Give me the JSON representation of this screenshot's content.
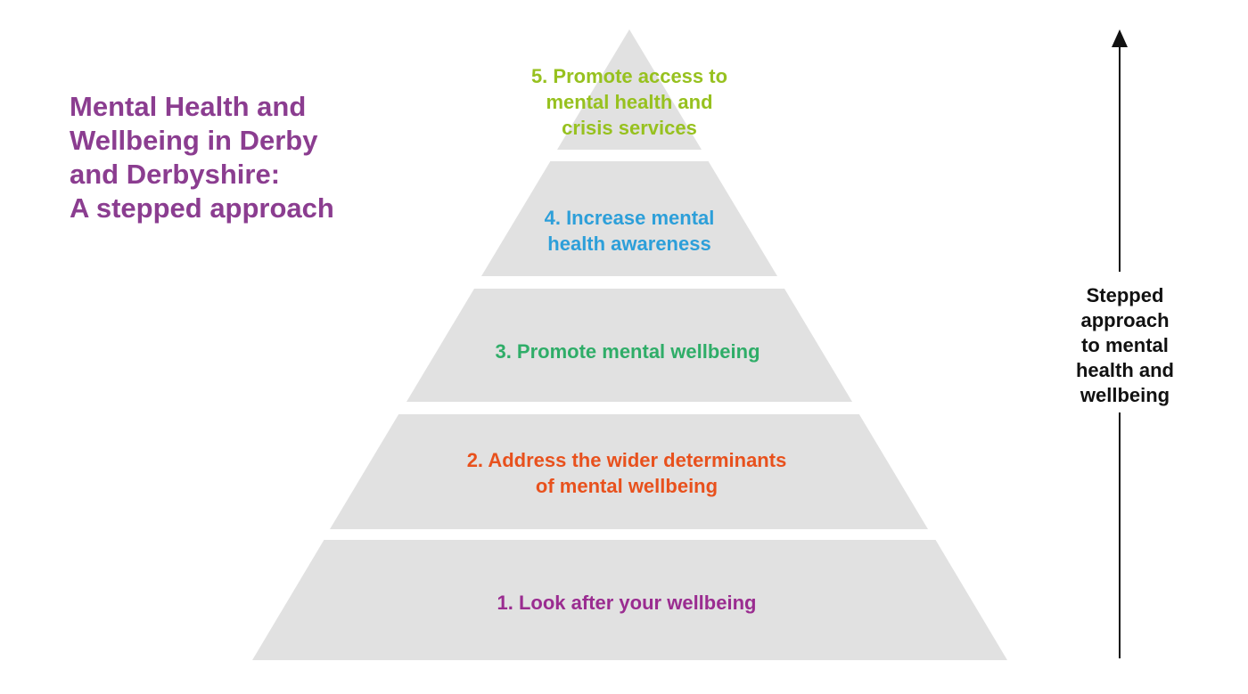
{
  "title": {
    "text": "Mental Health and\nWellbeing in Derby\nand Derbyshire:\nA stepped approach",
    "color": "#8b3d90"
  },
  "pyramid": {
    "tier_fill_color": "#e1e1e1",
    "tiers": [
      {
        "level": 5,
        "label": "5. Promote access to\nmental health and\ncrisis services",
        "text_color": "#97c11f"
      },
      {
        "level": 4,
        "label": "4. Increase mental\nhealth awareness",
        "text_color": "#2d9fd9"
      },
      {
        "level": 3,
        "label": "3. Promote mental wellbeing",
        "text_color": "#2fad68"
      },
      {
        "level": 2,
        "label": "2. Address the wider determinants\nof mental wellbeing",
        "text_color": "#e8511d"
      },
      {
        "level": 1,
        "label": "1.  Look after your wellbeing",
        "text_color": "#9a2c90"
      }
    ]
  },
  "side_annotation": {
    "label": "Stepped\napproach\nto mental\nhealth and\nwellbeing",
    "color": "#111111",
    "arrow_direction": "up"
  }
}
